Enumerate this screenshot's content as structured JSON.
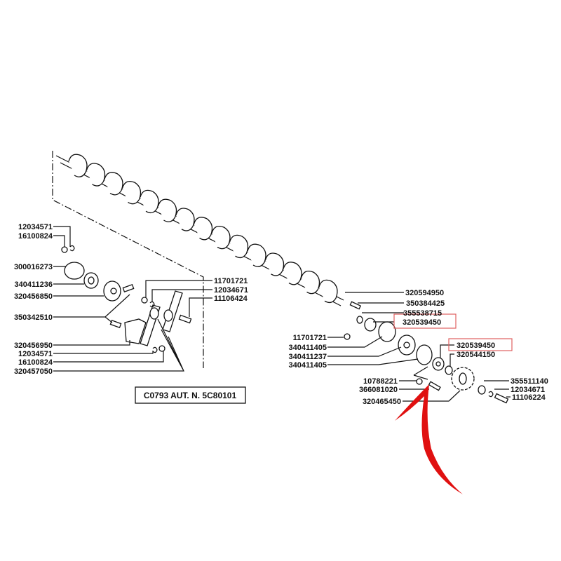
{
  "left_group": {
    "labels": [
      "12034571",
      "16100824",
      "300016273",
      "340411236",
      "320456850",
      "350342510",
      "320456950",
      "12034571",
      "16100824",
      "320457050"
    ],
    "right_labels": [
      "11701721",
      "12034671",
      "11106424"
    ]
  },
  "right_group": {
    "upper_labels": [
      "320594950",
      "350384425",
      "355538715",
      "320539450"
    ],
    "left_labels": [
      "11701721",
      "340411405",
      "340411237",
      "340411405"
    ],
    "mid_labels": [
      "320539450",
      "320544150"
    ],
    "lower_left_labels": [
      "10788221",
      "366081020",
      "320465450"
    ],
    "lower_right_labels": [
      "355511140",
      "12034671",
      "11106224"
    ]
  },
  "caption": "C0793  AUT. N. 5C80101",
  "highlight_color": "#e06060",
  "arrow_color": "#e01010"
}
